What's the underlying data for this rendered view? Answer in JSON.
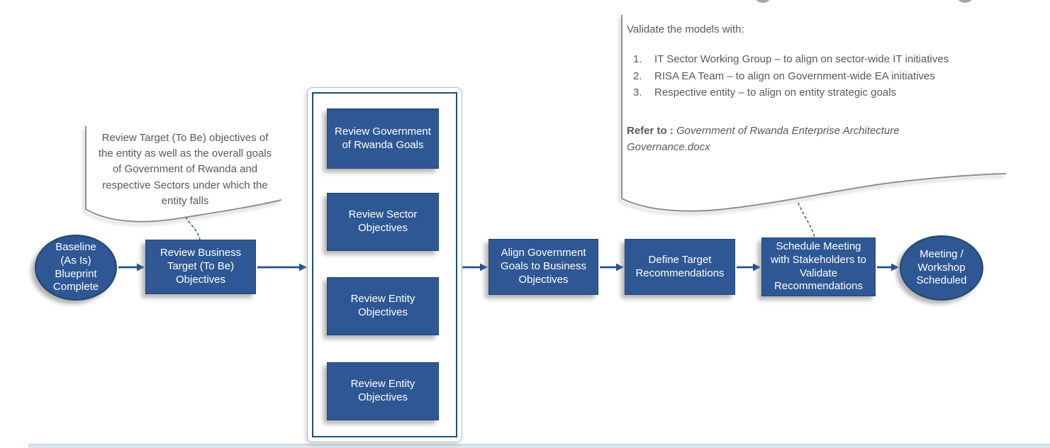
{
  "flowchart": {
    "start": {
      "label": "Baseline\n(As Is)\nBlueprint\nComplete"
    },
    "review_business": {
      "label": "Review Business\nTarget (To Be)\nObjectives"
    },
    "container_steps": [
      {
        "label": "Review Government\nof Rwanda Goals"
      },
      {
        "label": "Review Sector\nObjectives"
      },
      {
        "label": "Review Entity\nObjectives"
      },
      {
        "label": "Review Entity\nObjectives"
      }
    ],
    "align_goals": {
      "label": "Align Government\nGoals to Business\nObjectives"
    },
    "define_target": {
      "label": "Define Target\nRecommendations"
    },
    "schedule_meeting": {
      "label": "Schedule Meeting\nwith Stakeholders to\nValidate\nRecommendations"
    },
    "end": {
      "label": "Meeting /\nWorkshop\nScheduled"
    }
  },
  "callout": {
    "text": "Review Target (To Be) objectives of\nthe entity as well as the overall goals\nof Government of Rwanda and\nrespective Sectors under which the\nentity falls"
  },
  "note": {
    "title": "Validate the models with:",
    "items": [
      {
        "num": "1.",
        "text": "IT Sector Working Group – to align on sector-wide IT initiatives"
      },
      {
        "num": "2.",
        "text": "RISA EA Team – to align on Government-wide EA initiatives"
      },
      {
        "num": "3.",
        "text": "Respective entity – to align on entity strategic goals"
      }
    ],
    "refer_label": "Refer to :",
    "refer_doc": "Government of Rwanda Enterprise Architecture Governance.docx"
  },
  "colors": {
    "shape_fill": "#2E5794",
    "shape_border": "#24466F",
    "arrow": "#27508F",
    "dashed_connector": "#3A5FA0",
    "container_inner_border": "#1F4E79",
    "container_outer_border": "#A9BAC8",
    "annotation_text": "#595959",
    "annotation_stroke": "#8F8F8F",
    "handle_gray": "#A8A6A4",
    "page_edge": "#DEE4EB"
  }
}
